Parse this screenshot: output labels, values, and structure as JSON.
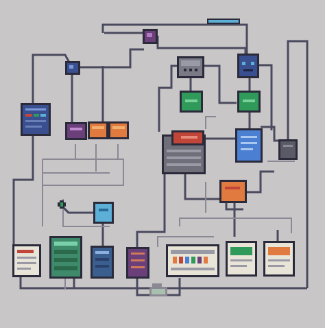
{
  "diagram": {
    "style": "pixel-art network / flowchart of interconnected devices and modules",
    "colors": {
      "background": "#c9c6c8",
      "wire_dark": "#4a4a5e",
      "wire_light": "#8b8894",
      "outline": "#2a2a3a",
      "blue": "#4a7fd1",
      "navy": "#3a4f8f",
      "green": "#2f9a5a",
      "orange": "#e07a3e",
      "red": "#c2453a",
      "purple": "#6b3f7a",
      "teal": "#5cb0d8",
      "gray": "#6f6f7a",
      "cream": "#e8e4d8"
    },
    "nodes": [
      {
        "id": "top-bar",
        "kind": "bar",
        "color": "teal",
        "icon": "status-bar"
      },
      {
        "id": "hub-purple",
        "kind": "node",
        "color": "purple",
        "icon": "junction"
      },
      {
        "id": "hub-blue",
        "kind": "node",
        "color": "navy",
        "icon": "junction"
      },
      {
        "id": "router",
        "kind": "device",
        "color": "gray",
        "icon": "router"
      },
      {
        "id": "robot",
        "kind": "device",
        "color": "navy",
        "icon": "robot"
      },
      {
        "id": "monitor-left",
        "kind": "device",
        "color": "navy",
        "icon": "monitor"
      },
      {
        "id": "module-purple",
        "kind": "module",
        "color": "purple",
        "icon": "chip"
      },
      {
        "id": "module-orange-1",
        "kind": "module",
        "color": "orange",
        "icon": "chip"
      },
      {
        "id": "module-orange-2",
        "kind": "module",
        "color": "orange",
        "icon": "chip"
      },
      {
        "id": "green-module-1",
        "kind": "module",
        "color": "green",
        "icon": "chip"
      },
      {
        "id": "green-module-2",
        "kind": "module",
        "color": "green",
        "icon": "chip"
      },
      {
        "id": "printer",
        "kind": "device",
        "color": "gray",
        "icon": "printer"
      },
      {
        "id": "blue-doc",
        "kind": "device",
        "color": "blue",
        "icon": "document"
      },
      {
        "id": "gray-box",
        "kind": "device",
        "color": "gray",
        "icon": "box"
      },
      {
        "id": "orange-panel",
        "kind": "module",
        "color": "orange",
        "icon": "panel"
      },
      {
        "id": "blue-square",
        "kind": "node",
        "color": "blue",
        "icon": "chip"
      },
      {
        "id": "green-diamond",
        "kind": "node",
        "color": "green",
        "icon": "diamond"
      },
      {
        "id": "doc-cream",
        "kind": "device",
        "color": "cream",
        "icon": "document"
      },
      {
        "id": "server-green",
        "kind": "device",
        "color": "green",
        "icon": "server"
      },
      {
        "id": "server-blue",
        "kind": "device",
        "color": "navy",
        "icon": "server"
      },
      {
        "id": "server-purple",
        "kind": "device",
        "color": "purple",
        "icon": "server"
      },
      {
        "id": "switch-board",
        "kind": "device",
        "color": "cream",
        "icon": "switch"
      },
      {
        "id": "screen-green",
        "kind": "device",
        "color": "cream",
        "icon": "screen"
      },
      {
        "id": "screen-orange",
        "kind": "device",
        "color": "cream",
        "icon": "screen"
      },
      {
        "id": "cloud",
        "kind": "node",
        "color": "gray",
        "icon": "cloud"
      }
    ]
  }
}
